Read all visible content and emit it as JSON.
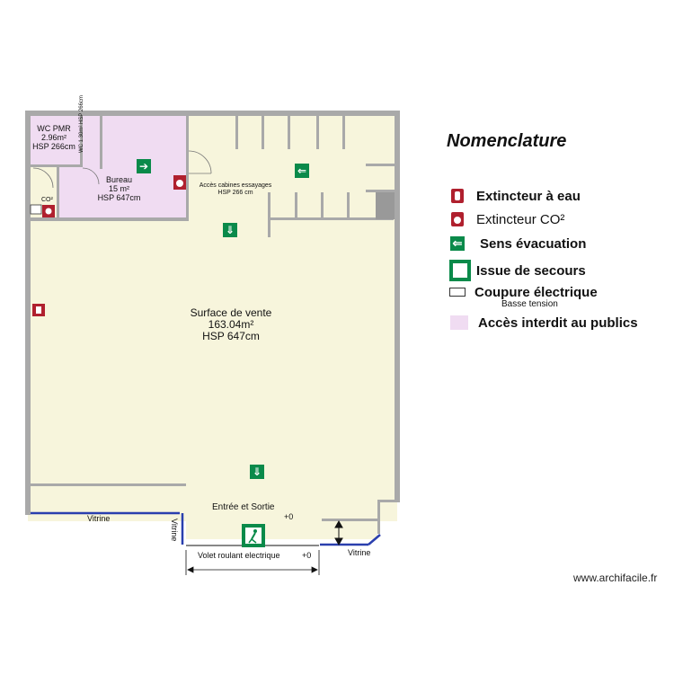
{
  "rooms": {
    "wc_pmr": {
      "name": "WC PMR",
      "area": "2.96m²",
      "hsp": "HSP 266cm"
    },
    "wc_small": {
      "name": "WC",
      "area": "1.30m²",
      "hsp": "HSP 266cm"
    },
    "bureau": {
      "name": "Bureau",
      "area": "15 m²",
      "hsp": "HSP 647cm"
    },
    "cabines": {
      "name": "Accès cabines essayages",
      "hsp": "HSP 266 cm"
    },
    "vente": {
      "name": "Surface de vente",
      "area": "163.04m²",
      "hsp": "HSP 647cm"
    },
    "entree": {
      "name": "Entrée et Sortie",
      "level": "+0"
    }
  },
  "annotations": {
    "vitrine_left": "Vitrine",
    "vitrine_vertical": "Vitrine",
    "vitrine_right": "Vitrine",
    "volet": "Volet roulant electrique",
    "volet_level": "+0",
    "co2_tag": "CO²"
  },
  "legend": {
    "title": "Nomenclature",
    "items": [
      {
        "icon": "water-extinguisher-icon",
        "label": "Extincteur à eau"
      },
      {
        "icon": "co2-extinguisher-icon",
        "label": "Extincteur CO²"
      },
      {
        "icon": "evacuation-arrow-icon",
        "label": "Sens évacuation"
      },
      {
        "icon": "emergency-exit-icon",
        "label": "Issue de secours"
      },
      {
        "icon": "power-cutoff-icon",
        "label": "Coupure électrique",
        "sub": "Basse tension"
      },
      {
        "icon": "restricted-area-swatch",
        "label": "Accès interdit au publics"
      }
    ]
  },
  "website": "www.archifacile.fr",
  "colors": {
    "floor": "#f7f5dc",
    "restricted": "#f0dcf2",
    "wall": "#a9a9a9",
    "window": "#2a3fae",
    "sign_green": "#0a8a4a",
    "extinguisher_red": "#b0202e"
  }
}
